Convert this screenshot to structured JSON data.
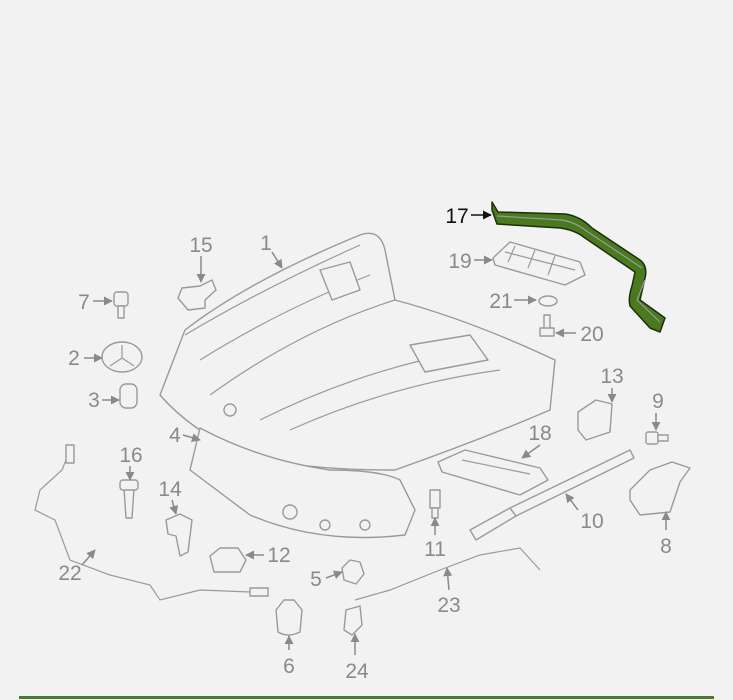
{
  "diagram": {
    "highlight_color": "#4a7a1f",
    "highlighted_part": "17",
    "callouts": [
      "1",
      "2",
      "3",
      "4",
      "5",
      "6",
      "7",
      "8",
      "9",
      "10",
      "11",
      "12",
      "13",
      "14",
      "15",
      "16",
      "17",
      "18",
      "19",
      "20",
      "21",
      "22",
      "23",
      "24"
    ]
  }
}
